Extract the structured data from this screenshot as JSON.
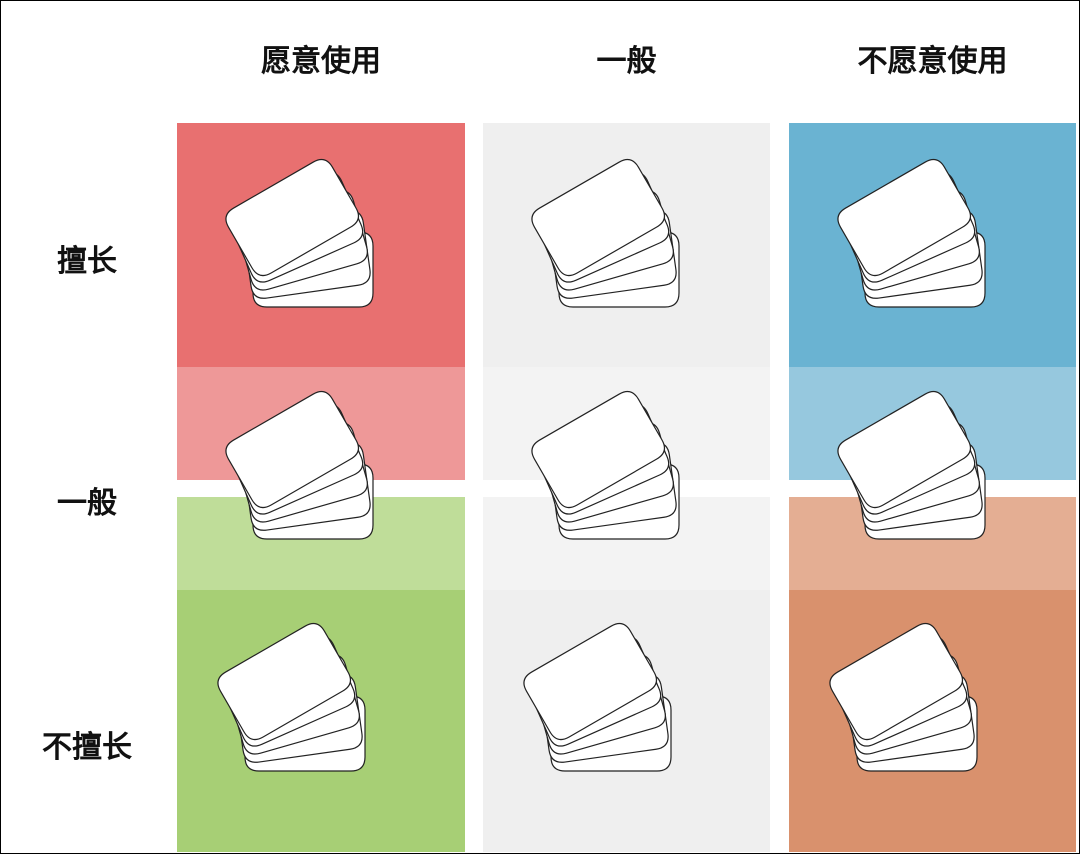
{
  "matrix": {
    "columns": [
      "愿意使用",
      "一般",
      "不愿意使用"
    ],
    "rows": [
      "擅长",
      "一般",
      "不擅长"
    ],
    "cell_colors": {
      "r0c0": "#e87070",
      "r0c1": "#efefef",
      "r0c2": "#6ab3d2",
      "r1c0_upper": "#ee9898",
      "r1c1_upper": "#f3f3f3",
      "r1c2_upper": "#96c8de",
      "r1c0_lower": "#bfdd99",
      "r1c1_lower": "#f3f3f3",
      "r1c2_lower": "#e4ae93",
      "r2c0": "#a7cf75",
      "r2c1": "#efefef",
      "r2c2": "#d9916d"
    },
    "card_icon": "card-stack-icon"
  }
}
